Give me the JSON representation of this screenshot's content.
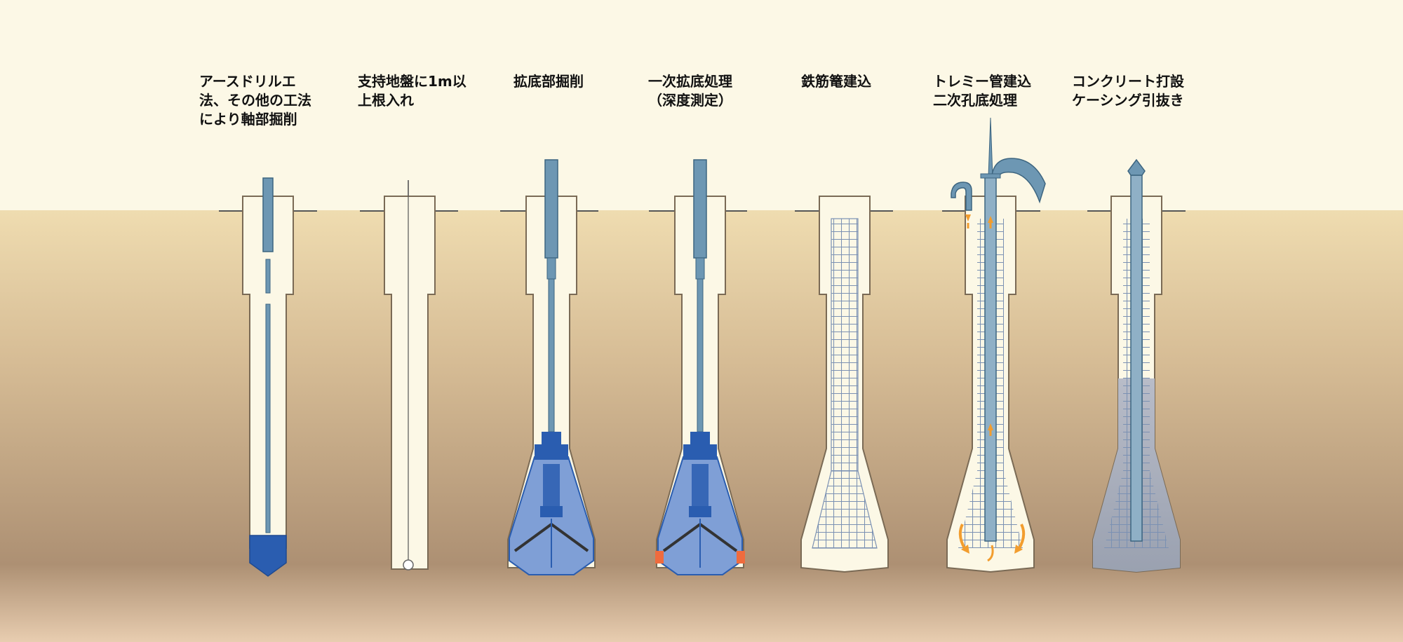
{
  "steps": [
    {
      "lines": [
        "アースドリルエ",
        "法、その他の工法",
        "により軸部掘削"
      ]
    },
    {
      "lines": [
        "支持地盤に1m以",
        "上根入れ"
      ]
    },
    {
      "lines": [
        "拡底部掘削"
      ]
    },
    {
      "lines": [
        "一次拡底処理",
        "（深度測定）"
      ]
    },
    {
      "lines": [
        "鉄筋篭建込"
      ]
    },
    {
      "lines": [
        "トレミー管建込",
        "二次孔底処理"
      ]
    },
    {
      "lines": [
        "コンクリート打設",
        "ケーシング引抜き"
      ]
    }
  ],
  "colors": {
    "sky": "#fcf8e6",
    "soil_top": "#efdcb0",
    "soil_mid": "#b39677",
    "soil_bottom": "#e8cdb0",
    "shaft_fill": "#fcf8e6",
    "shaft_outline": "#7a6a55",
    "bucket_blue": "#2a5db0",
    "bucket_light": "#7f9fd6",
    "rod_blue": "#6d97b3",
    "tremie_blue": "#8fb0c6",
    "rebar_blue": "#7b91b3",
    "arrow_orange": "#f29d2e",
    "cutter_orange": "#f06b3d",
    "concrete_gray": "#a0a6b4"
  }
}
